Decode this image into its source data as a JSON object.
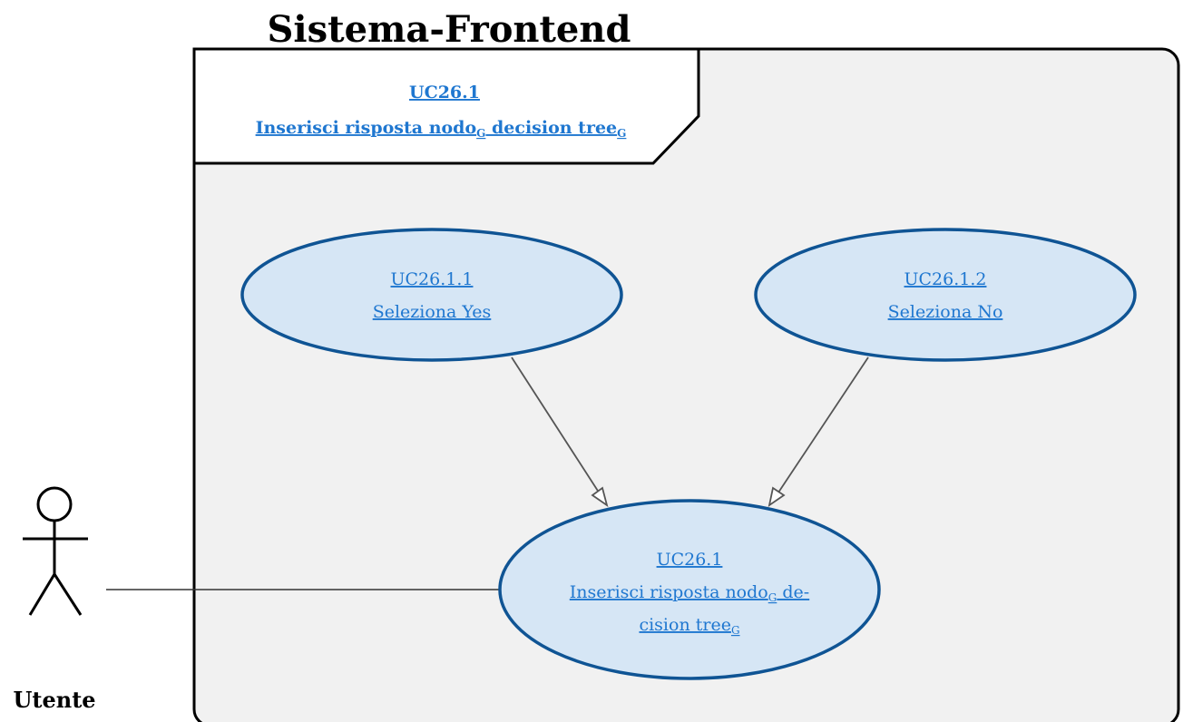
{
  "system": {
    "title": "Sistema-Frontend"
  },
  "frame": {
    "id_label": "UC26.1",
    "name_main1": "Inserisci risposta nodo",
    "name_sub1": "G",
    "name_main2": " decision tree",
    "name_sub2": "G"
  },
  "use_cases": {
    "yes": {
      "id": "UC26.1.1",
      "name": "Seleziona Yes"
    },
    "no": {
      "id": "UC26.1.2",
      "name": "Seleziona No"
    },
    "main": {
      "id": "UC26.1",
      "line1_a": "Inserisci risposta nodo",
      "line1_sub": "G",
      "line1_b": " de-",
      "line2_a": "cision tree",
      "line2_sub": "G"
    }
  },
  "actor": {
    "label": "Utente"
  },
  "colors": {
    "frame_fill": "#f1f1f1",
    "ellipse_fill": "#d6e6f5",
    "ellipse_stroke": "#0f5494",
    "link": "#1f77d0",
    "relation": "#555555"
  }
}
